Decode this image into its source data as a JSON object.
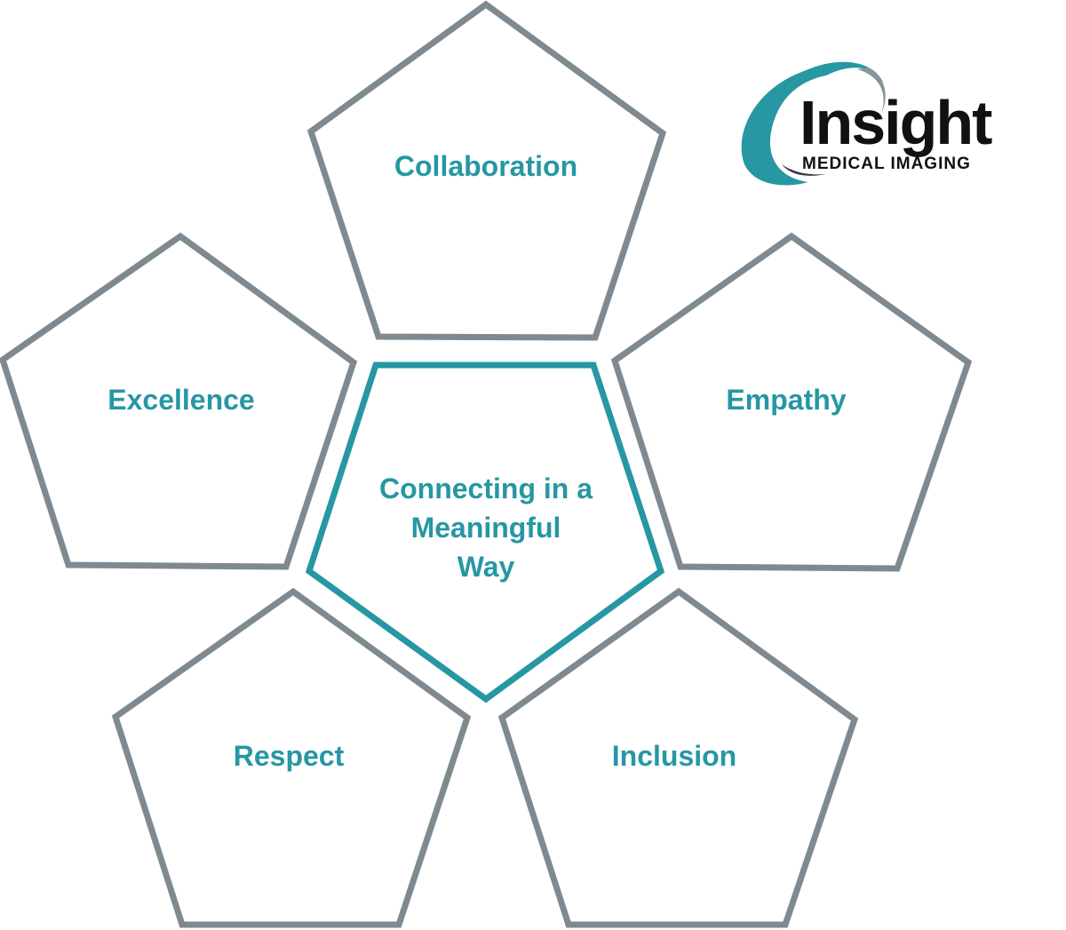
{
  "diagram": {
    "center": {
      "label_lines": [
        "Connecting in a",
        "Meaningful",
        "Way"
      ]
    },
    "values": [
      {
        "id": "collaboration",
        "label": "Collaboration"
      },
      {
        "id": "excellence",
        "label": "Excellence"
      },
      {
        "id": "empathy",
        "label": "Empathy"
      },
      {
        "id": "respect",
        "label": "Respect"
      },
      {
        "id": "inclusion",
        "label": "Inclusion"
      }
    ]
  },
  "logo": {
    "word": "Insight",
    "subtitle": "MEDICAL IMAGING"
  },
  "colors": {
    "accent": "#2697a3",
    "outline_gray": "#7f8a90",
    "logo_dark": "#111111"
  }
}
